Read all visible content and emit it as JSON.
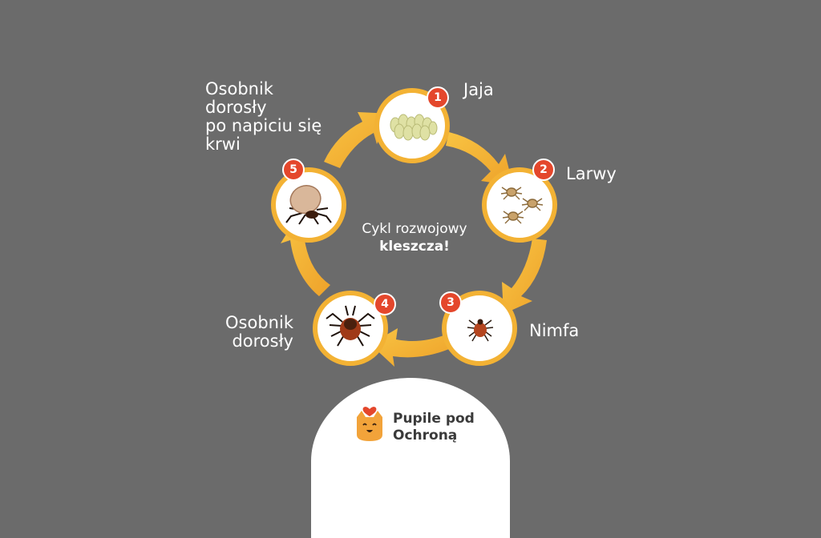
{
  "diagram": {
    "center_title_line1": "Cykl rozwojowy",
    "center_title_line2": "kleszcza!",
    "stages": [
      {
        "number": "1",
        "label": "Jaja"
      },
      {
        "number": "2",
        "label": "Larwy"
      },
      {
        "number": "3",
        "label": "Nimfa"
      },
      {
        "number": "4",
        "label": "Osobnik\ndorosły"
      },
      {
        "number": "5",
        "label": "Osobnik\ndorosły\npo napiciu się\nkrwi"
      }
    ]
  },
  "brand": {
    "line1": "Pupile pod",
    "line2": "Ochroną"
  },
  "colors": {
    "background": "#6b6b6b",
    "arrow": "#f5b731",
    "arrow_dark": "#e99a1f",
    "circle_border": "#f3b234",
    "badge": "#e4472c",
    "tick_body": "#9a3a1a"
  }
}
